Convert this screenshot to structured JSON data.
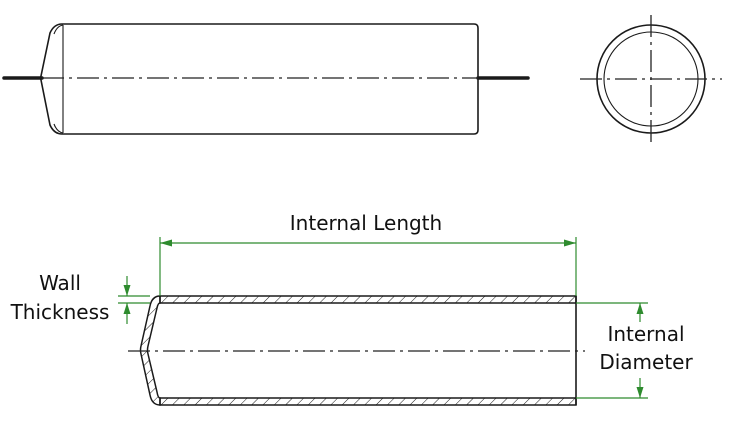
{
  "labels": {
    "internal_length": "Internal Length",
    "wall_thickness_line1": "Wall",
    "wall_thickness_line2": "Thickness",
    "internal_diameter_line1": "Internal",
    "internal_diameter_line2": "Diameter"
  },
  "colors": {
    "outline": "#1a1a1a",
    "dimension": "#2e8b2e",
    "background": "#ffffff"
  }
}
